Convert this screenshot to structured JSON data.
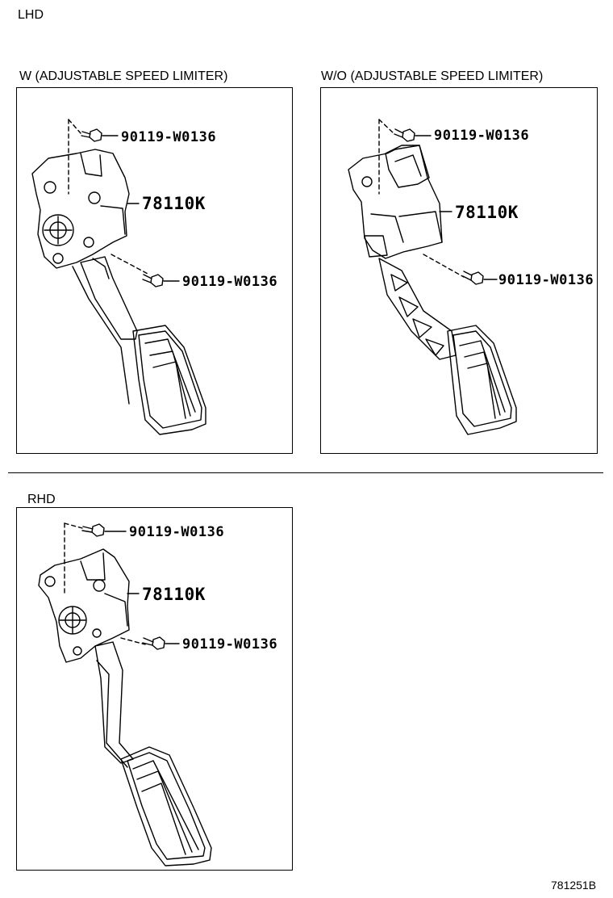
{
  "header": {
    "lhd_label": "LHD",
    "rhd_label": "RHD"
  },
  "panels": {
    "lhd_with": {
      "title": "W (ADJUSTABLE SPEED LIMITER)",
      "bolt_top": "90119-W0136",
      "pedal_assy": "78110K",
      "bolt_bottom": "90119-W0136"
    },
    "lhd_without": {
      "title": "W/O (ADJUSTABLE SPEED LIMITER)",
      "bolt_top": "90119-W0136",
      "pedal_assy": "78110K",
      "bolt_bottom": "90119-W0136"
    },
    "rhd": {
      "bolt_top": "90119-W0136",
      "pedal_assy": "78110K",
      "bolt_bottom": "90119-W0136"
    }
  },
  "footer": {
    "diagram_code": "781251B"
  },
  "icons": [
    "bolt-icon",
    "accelerator-pedal-icon"
  ]
}
